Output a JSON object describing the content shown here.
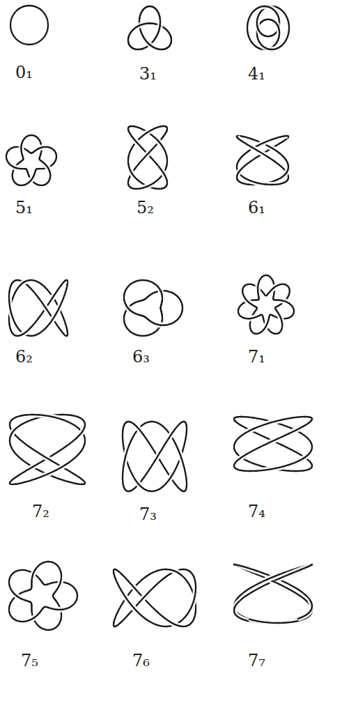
{
  "diagram": {
    "labels": [
      "0₁",
      "3₁",
      "4₁",
      "5₁",
      "5₂",
      "6₁",
      "6₂",
      "6₃",
      "7₁",
      "7₂",
      "7₃",
      "7₄",
      "7₅",
      "7₆",
      "7₇"
    ]
  }
}
